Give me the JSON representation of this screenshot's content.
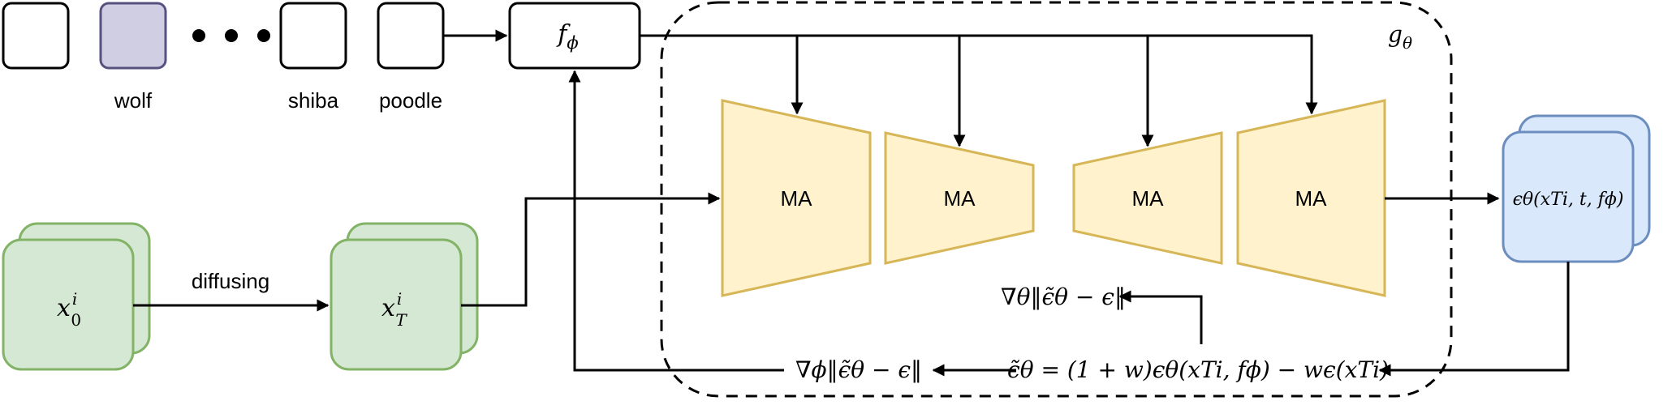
{
  "classes": {
    "wolf": "wolf",
    "shiba": "shiba",
    "poodle": "poodle"
  },
  "f_phi": {
    "base": "f",
    "sub": "ϕ"
  },
  "g_theta": {
    "base": "g",
    "sub": "θ"
  },
  "unet_blocks": [
    "MA",
    "MA",
    "MA",
    "MA"
  ],
  "diffusing_label": "diffusing",
  "x0": {
    "base": "x",
    "sup": "i",
    "sub": "0"
  },
  "xT": {
    "base": "x",
    "sup": "i",
    "sub": "T"
  },
  "epsilon_output": "ϵθ(xTi, t, fϕ)",
  "guided_eps": "ϵ̃θ = (1 + w)ϵθ(xTi, fϕ) − wϵ(xTi)",
  "grad_theta": "∇θ‖ϵ̃θ − ϵ‖",
  "grad_phi": "∇ϕ‖ϵ̃θ − ϵ‖",
  "colors": {
    "wolf_fill": "#d0cee2",
    "wolf_stroke": "#56517e",
    "green_fill": "#d5e8d4",
    "green_stroke": "#82b366",
    "blue_fill": "#dae8fc",
    "blue_stroke": "#6c8ebf",
    "yellow_fill": "#fff2cc",
    "yellow_stroke": "#d6b656"
  }
}
